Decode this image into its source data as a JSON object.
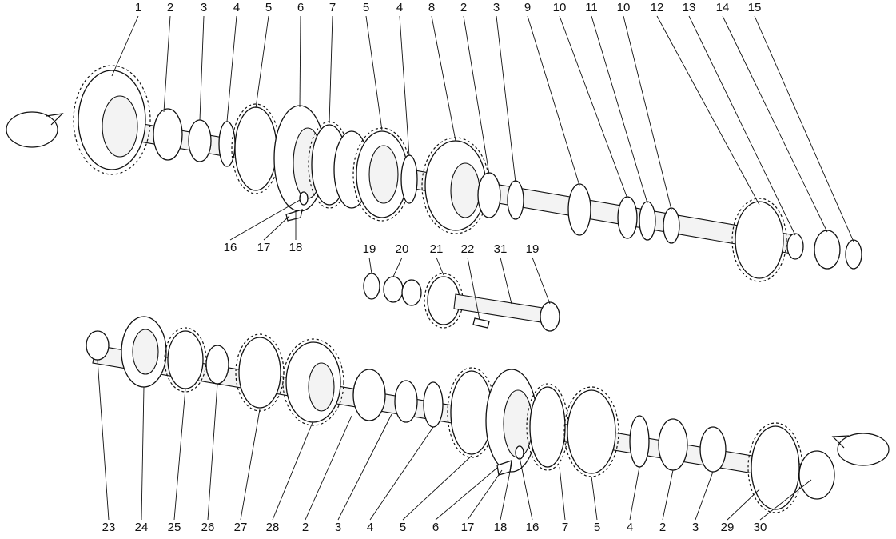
{
  "callouts": {
    "top": [
      "1",
      "2",
      "3",
      "4",
      "5",
      "6",
      "7",
      "5",
      "4",
      "8",
      "2",
      "3",
      "9",
      "10",
      "11",
      "10",
      "12",
      "13",
      "14",
      "15"
    ],
    "upper_small": [
      "16",
      "17",
      "18"
    ],
    "middle": [
      "19",
      "20",
      "21",
      "22",
      "31",
      "19"
    ],
    "bottom": [
      "23",
      "24",
      "25",
      "26",
      "27",
      "28",
      "2",
      "3",
      "4",
      "5",
      "6",
      "17",
      "18",
      "16",
      "7",
      "5",
      "4",
      "2",
      "3",
      "29",
      "30"
    ]
  },
  "icons": {
    "rotation_top": "rotation-arrow-icon",
    "rotation_bottom": "rotation-arrow-icon"
  }
}
